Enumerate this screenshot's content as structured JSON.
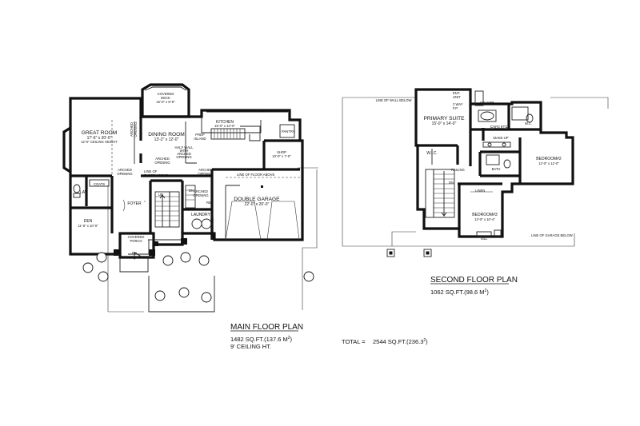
{
  "main_floor": {
    "title": "MAIN FLOOR PLAN",
    "area": "1482 SQ.FT.(137.6 M",
    "area_sup": "2",
    "area_close": ")",
    "ceiling": "9' CEILING HT.",
    "rooms": {
      "covered_deck": {
        "name": "COVERED",
        "name2": "DECK",
        "dims": "15'-0\" x 8'-6\""
      },
      "great_room": {
        "name": "GREAT ROOM",
        "dims": "17'-6\" x 20'-0\"",
        "note": "12'-0\" CEILING HEIGHT"
      },
      "dining_room": {
        "name": "DINING ROOM",
        "dims": "13'-2\" x 12'-0\""
      },
      "kitchen": {
        "name": "KITCHEN",
        "dims": "15'-0\" x 14'-0\""
      },
      "prep_island": {
        "name": "PREP",
        "name2": "ISLAND"
      },
      "pantry": {
        "name": "PANTRY"
      },
      "shop": {
        "name": "SHOP",
        "dims": "10'-0\" x 7'-0\""
      },
      "half_wall": {
        "l1": "HALF WALL",
        "l2": "WITH",
        "l3": "ARCHED",
        "l4": "OPENING"
      },
      "arched_1": {
        "l1": "ARCHED",
        "l2": "OPENING"
      },
      "arched_2": {
        "l1": "ARCHED",
        "l2": "OPENING"
      },
      "arched_3": {
        "l1": "ARCHED",
        "l2": "OPENING"
      },
      "arched_4": {
        "l1": "ARCHED",
        "l2": "OPENING"
      },
      "arched_5": {
        "l1": "ARCHED",
        "l2": "OPENING"
      },
      "line_floor_above": {
        "l1": "LINE OF",
        "l2": "FLOOR ABOVE"
      },
      "line_floor_above_garage": {
        "l1": "LINE OF FLOOR ABOVE"
      },
      "double_garage": {
        "name": "DOUBLE GARAGE",
        "dims": "22'-0\" x 20'-0\""
      },
      "coats": {
        "name": "COATS"
      },
      "lav": {
        "name": "LAV"
      },
      "foyer": {
        "name": "FOYER"
      },
      "den": {
        "name": "DEN",
        "dims": "11'-6\" x 10'-0\""
      },
      "covered_porch": {
        "name": "COVERED",
        "name2": "PORCH"
      },
      "laundry": {
        "name": "LAUNDRY"
      },
      "up": {
        "name": "UP"
      },
      "dn": {
        "name": "DN"
      },
      "dn2": {
        "name": "DN"
      },
      "dw": {
        "name": "DW"
      },
      "ref": {
        "name": "REF"
      }
    }
  },
  "second_floor": {
    "title": "SECOND FLOOR PLAN",
    "area": "1062 SQ.FT.(98.6 M",
    "area_sup": "2",
    "area_close": ")",
    "rooms": {
      "primary_suite": {
        "name": "PRIMARY SUITE",
        "dims": "15'-0\" x 14'-0\""
      },
      "ent_unit": {
        "l1": "ENT.",
        "l2": "UNIT"
      },
      "two_way_fp": {
        "l1": "2 WAY",
        "l2": "F.P."
      },
      "soaker": {
        "name": "SOAKER"
      },
      "ensuite": {
        "name": "ENSUITE"
      },
      "wc": {
        "name": "W.C."
      },
      "make_up": {
        "name": "MAKE-UP"
      },
      "wic": {
        "name": "W.I.C."
      },
      "bath": {
        "name": "BATH"
      },
      "bedroom2": {
        "name": "BEDROOM#2",
        "dims": "12'-0\" x 12'-0\""
      },
      "railing": {
        "name": "RAILING"
      },
      "linen": {
        "name": "LINEN"
      },
      "bedroom3": {
        "name": "BEDROOM#3",
        "dims": "13'-0\" x 10'-4\""
      },
      "sill": {
        "name": "SILL"
      },
      "dn": {
        "name": "DN"
      },
      "line_wall_below": {
        "name": "LINE OF WALL BELOW"
      },
      "line_garage_below": {
        "name": "LINE OF GARAGE BELOW"
      }
    }
  },
  "total": {
    "label": "TOTAL =",
    "value": "2544 SQ.FT.(236.3",
    "sup": "2",
    "close": ")"
  }
}
